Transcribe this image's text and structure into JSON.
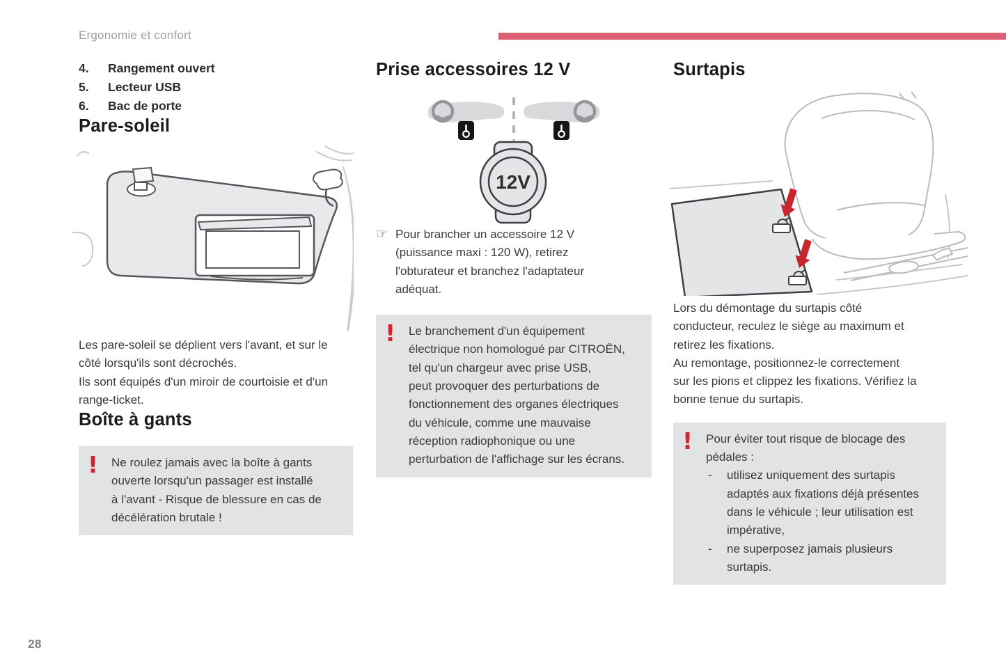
{
  "page": {
    "chapter": "Ergonomie et confort",
    "page_number": "28",
    "warning_mark": "!",
    "colors": {
      "accent_bar": "#dc5f74",
      "warning_red": "#d2232f",
      "warning_box_bg": "#e2e3e4"
    }
  },
  "legend": {
    "items": [
      {
        "num": "4.",
        "label": "Rangement ouvert"
      },
      {
        "num": "5.",
        "label": "Lecteur USB"
      },
      {
        "num": "6.",
        "label": "Bac de porte"
      }
    ]
  },
  "pare_soleil": {
    "title": "Pare-soleil",
    "body": "Les pare-soleil se déplient vers l'avant, et sur le\ncôté lorsqu'ils sont décrochés.\nIls sont équipés d'un miroir de courtoisie et d'un\nrange-ticket."
  },
  "boite_a_gants": {
    "title": "Boîte à gants",
    "warning": "Ne roulez jamais avec la boîte à gants\nouverte lorsqu'un passager est installé\nà l'avant - Risque de blessure en cas de\ndécélération brutale !"
  },
  "prise_accessoires": {
    "title": "Prise accessoires 12 V",
    "socket_label": "12V",
    "pointer_icon": "☞",
    "instruction": "Pour brancher un accessoire 12 V\n(puissance maxi : 120 W), retirez\nl'obturateur et branchez l'adaptateur\nadéquat.",
    "warning": "Le branchement d'un équipement\nélectrique non homologué par CITROËN,\ntel qu'un chargeur avec prise USB,\npeut provoquer des perturbations de\nfonctionnement des organes électriques\ndu véhicule, comme une mauvaise\nréception radiophonique ou une\nperturbation de l'affichage sur les écrans."
  },
  "surtapis": {
    "title": "Surtapis",
    "body": "Lors du démontage du surtapis côté\nconducteur, reculez le siège au maximum et\nretirez les fixations.\nAu remontage, positionnez-le correctement\nsur les pions et clippez les fixations. Vérifiez la\nbonne tenue du surtapis.",
    "warning_intro": "Pour éviter tout risque de blocage des\npédales :",
    "warning_items": [
      {
        "dash": "-",
        "text": "utilisez uniquement des surtapis\nadaptés aux fixations déjà présentes\ndans le véhicule ; leur utilisation est\nimpérative,"
      },
      {
        "dash": "-",
        "text": "ne superposez jamais plusieurs\nsurtapis."
      }
    ]
  }
}
